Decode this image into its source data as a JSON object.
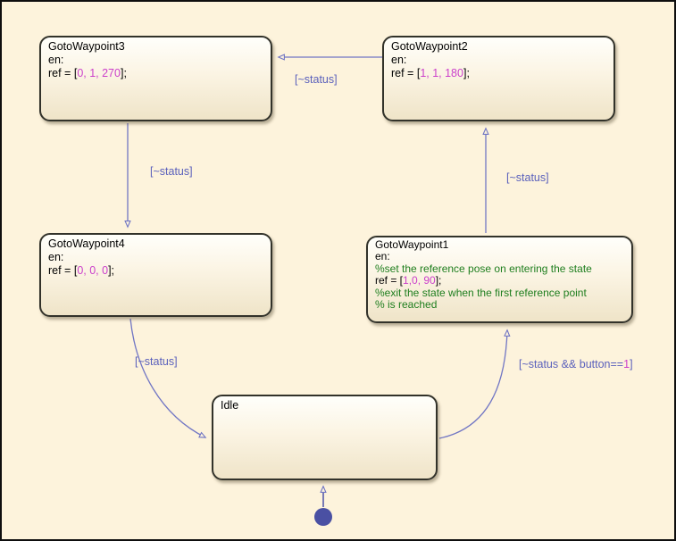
{
  "diagram": {
    "states": {
      "gw3": {
        "title": "GotoWaypoint3",
        "en": "en:",
        "ref_pre": "ref = [",
        "ref_nums": "0, 1, 270",
        "ref_post": "];"
      },
      "gw2": {
        "title": "GotoWaypoint2",
        "en": "en:",
        "ref_pre": "ref = [",
        "ref_nums": "1, 1, 180",
        "ref_post": "];"
      },
      "gw4": {
        "title": "GotoWaypoint4",
        "en": "en:",
        "ref_pre": "ref = [",
        "ref_nums": "0, 0, 0",
        "ref_post": "];"
      },
      "gw1": {
        "title": "GotoWaypoint1",
        "en": "en:",
        "comment1": "%set the reference pose on entering the state",
        "ref_pre": "ref = [",
        "ref_nums": "1,0, 90",
        "ref_post": "];",
        "comment2": "%exit the state when the first reference point",
        "comment3": "% is reached"
      },
      "idle": {
        "title": "Idle"
      }
    },
    "transitions": {
      "gw3_to_gw4": {
        "label": "[~status]"
      },
      "gw2_to_gw3": {
        "label": "[~status]"
      },
      "gw4_to_idle": {
        "label": "[~status]"
      },
      "idle_to_gw1": {
        "label_pre": "[~status && button==",
        "label_num": "1",
        "label_post": "]"
      },
      "gw1_to_gw2": {
        "label": "[~status]"
      }
    },
    "colors": {
      "canvas": "#fdf3dc",
      "state_fill_top": "#fffffb",
      "state_fill_bottom": "#efe4c8",
      "state_border": "#32322a",
      "transition_line": "#7176c4",
      "transition_label": "#5b61bc",
      "number_literal": "#cb3fcb",
      "comment_green": "#1e7e1e",
      "default_dot": "#4a50a3"
    }
  }
}
